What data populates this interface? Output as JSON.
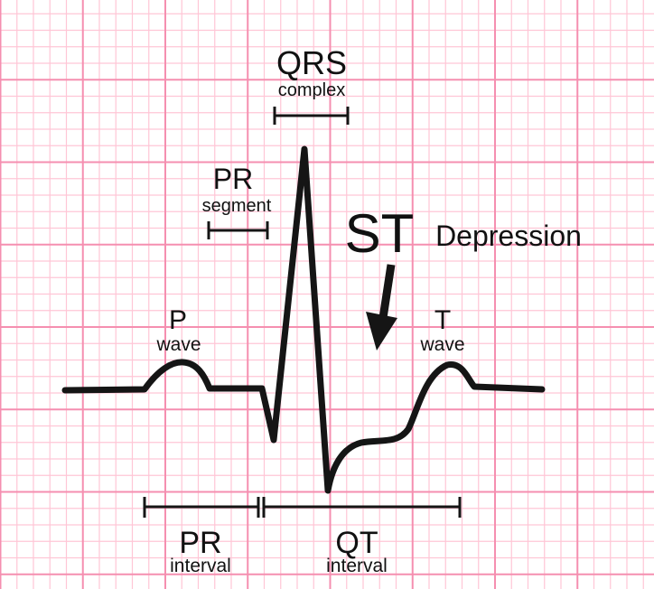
{
  "colors": {
    "grid_minor": "#ffc6d6",
    "grid_major": "#f58fb0",
    "trace": "#151515"
  },
  "labels": {
    "qrs": {
      "title": "QRS",
      "sub": "complex"
    },
    "pr_segment": {
      "title": "PR",
      "sub": "segment"
    },
    "st": {
      "title": "ST",
      "sub": "Depression"
    },
    "p_wave": {
      "title": "P",
      "sub": "wave"
    },
    "t_wave": {
      "title": "T",
      "sub": "wave"
    },
    "pr_interval": {
      "title": "PR",
      "sub": "interval"
    },
    "qt_interval": {
      "title": "QT",
      "sub": "interval"
    }
  }
}
